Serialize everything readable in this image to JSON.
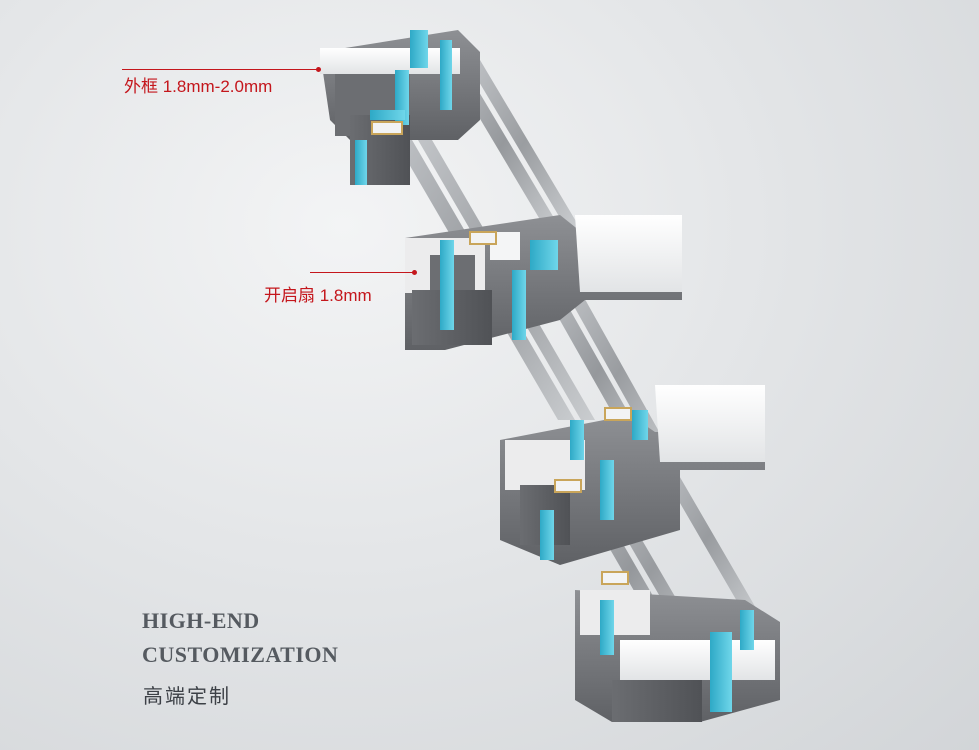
{
  "callouts": {
    "outer_frame": "外框 1.8mm-2.0mm",
    "sash": "开启扇 1.8mm"
  },
  "tagline": {
    "line1": "HIGH-END",
    "line2": "CUSTOMIZATION",
    "chinese": "高端定制"
  },
  "colors": {
    "callout": "#c4161c",
    "aluminum": "#7a7c80",
    "aluminum_light": "#c9cbce",
    "insulation_strip": "#3fc0dc",
    "background": "#e4e6e8"
  }
}
